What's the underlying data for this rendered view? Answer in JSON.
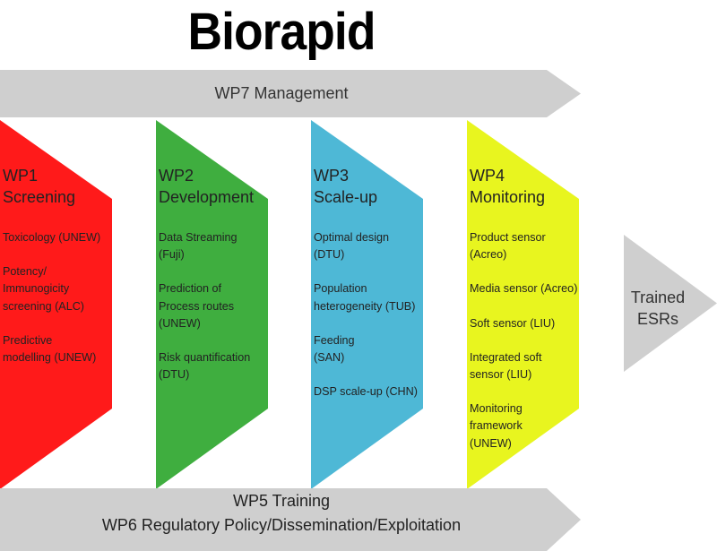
{
  "title": "Biorapid",
  "wp7": {
    "label": "WP7 Management",
    "color": "#cfcfcf"
  },
  "bottom": {
    "line1": "WP5 Training",
    "line2": "WP6 Regulatory Policy/Dissemination/Exploitation",
    "color": "#cfcfcf"
  },
  "columns": [
    {
      "code": "WP1",
      "name": "Screening",
      "color": "#ff1a1a",
      "items": [
        [
          "Toxicology (UNEW)"
        ],
        [
          "Potency/",
          "Immunogicity",
          "screening (ALC)"
        ],
        [
          "Predictive",
          "modelling (UNEW)"
        ]
      ]
    },
    {
      "code": "WP2",
      "name": "Development",
      "color": "#3fae3f",
      "items": [
        [
          "Data Streaming",
          "(Fuji)"
        ],
        [
          "Prediction of",
          "Process routes",
          "(UNEW)"
        ],
        [
          "Risk quantification",
          "(DTU)"
        ]
      ]
    },
    {
      "code": "WP3",
      "name": "Scale-up",
      "color": "#4eb8d6",
      "items": [
        [
          "Optimal design",
          "(DTU)"
        ],
        [
          "Population",
          "heterogeneity (TUB)"
        ],
        [
          "Feeding",
          "(SAN)"
        ],
        [
          "DSP scale-up (CHN)"
        ]
      ]
    },
    {
      "code": "WP4",
      "name": "Monitoring",
      "color": "#e8f51f",
      "items": [
        [
          "Product sensor",
          "(Acreo)"
        ],
        [
          "Media sensor (Acreo)"
        ],
        [
          "Soft sensor (LIU)"
        ],
        [
          "Integrated soft",
          "sensor (LIU)"
        ],
        [
          "Monitoring",
          "framework",
          "(UNEW)"
        ]
      ]
    }
  ],
  "outcome": {
    "line1": "Trained",
    "line2": "ESRs",
    "color": "#cfcfcf"
  }
}
